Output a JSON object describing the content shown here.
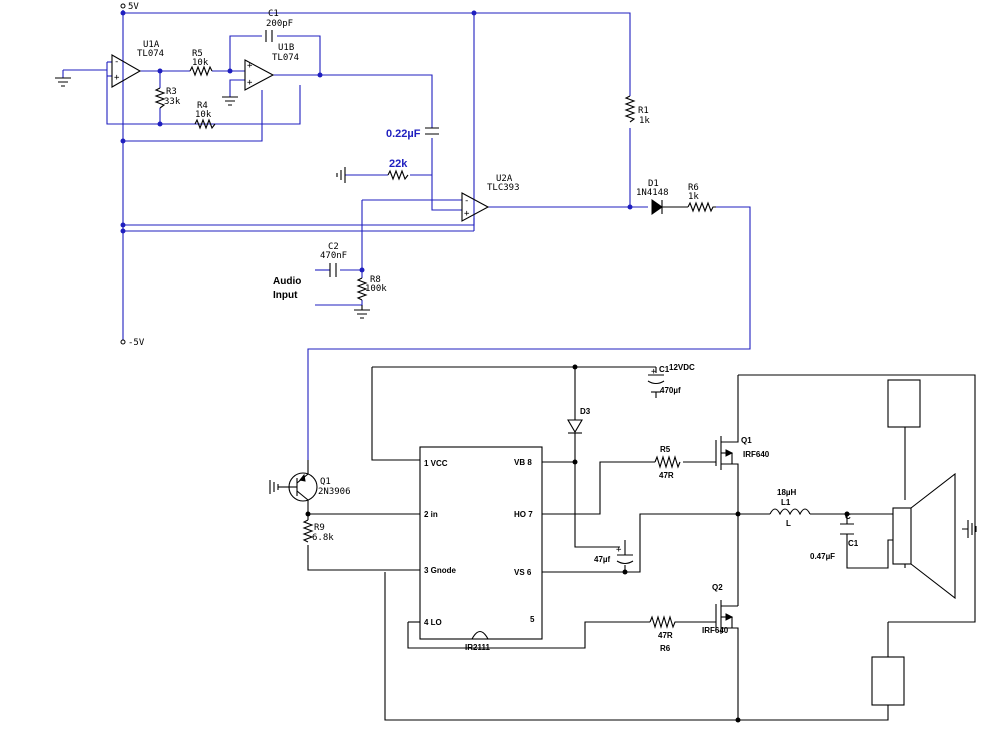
{
  "top_circuit": {
    "rail_pos": "5V",
    "rail_neg": "-5V",
    "u1a": {
      "ref": "U1A",
      "part": "TL074"
    },
    "u1b": {
      "ref": "U1B",
      "part": "TL074"
    },
    "c1": {
      "ref": "C1",
      "value": "200pF"
    },
    "r5": {
      "ref": "R5",
      "value": "10k"
    },
    "r3": {
      "ref": "R3",
      "value": "33k"
    },
    "r4": {
      "ref": "R4",
      "value": "10k"
    },
    "cap_022": "0.22µF",
    "res_22k": "22k",
    "u2a": {
      "ref": "U2A",
      "part": "TLC393"
    },
    "r1": {
      "ref": "R1",
      "value": "1k"
    },
    "d1": {
      "ref": "D1",
      "part": "1N4148"
    },
    "r6": {
      "ref": "R6",
      "value": "1k"
    },
    "c2": {
      "ref": "C2",
      "value": "470nF"
    },
    "r8": {
      "ref": "R8",
      "value": "100k"
    },
    "audio_label_1": "Audio",
    "audio_label_2": "Input",
    "plus": "+",
    "minus": "-"
  },
  "bottom_circuit": {
    "cap_top": {
      "ref": "C1",
      "note": "12VDC",
      "value": "470µf"
    },
    "d3": "D3",
    "q1": {
      "ref": "Q1",
      "part": "2N3906"
    },
    "r9": {
      "ref": "R9",
      "value": "6.8k"
    },
    "ic": {
      "name": "IR2111",
      "pin1": "1 VCC",
      "pin2": "2 in",
      "pin3": "3 Gnode",
      "pin4": "4 LO",
      "pin5": "5",
      "pin6": "VS 6",
      "pin7": "HO 7",
      "pin8": "VB 8"
    },
    "r5": {
      "ref": "R5",
      "value": "47R"
    },
    "r6": {
      "value": "47R",
      "ref": "R6"
    },
    "boot_cap": "47µf",
    "mq1": {
      "ref": "Q1",
      "part": "IRF640"
    },
    "mq2": {
      "ref": "Q2",
      "part": "IRF640"
    },
    "l1": {
      "value": "18µH",
      "ref": "L1",
      "label": "L"
    },
    "c_out": {
      "ref": "C",
      "value": "0.47µF",
      "ref2": "C1"
    }
  }
}
